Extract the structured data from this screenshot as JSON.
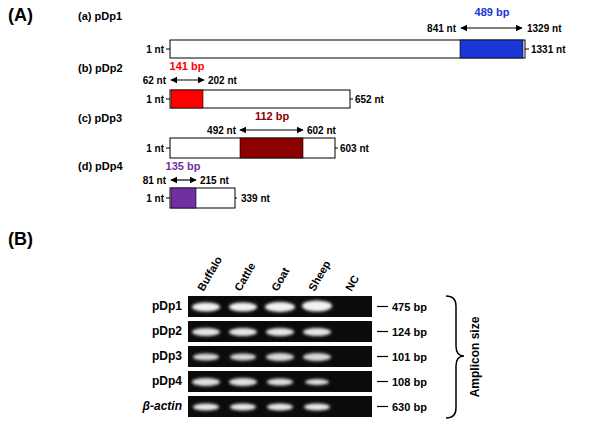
{
  "diagram": {
    "labels": [
      "(A)",
      "(a) pDp1",
      "1 nt",
      "489 bp",
      "841 nt",
      "1329 nt",
      "1331 nt",
      "(b) pDp2",
      "141 bp",
      "62 nt",
      "202 nt",
      "1 nt",
      "652 nt",
      "(c) pDp3",
      "112 bp",
      "492 nt",
      "602 nt",
      "1 nt",
      "603 nt",
      "(d) pDp4",
      "135 bp",
      "81 nt",
      "215 nt",
      "1 nt",
      "339 nt",
      "(B)",
      "Buffalo",
      "Cattle",
      "Goat",
      "Sheep",
      "NC",
      "pDp1",
      "pDp2",
      "pDp3",
      "pDp4",
      "β-actin",
      "475 bp",
      "124 bp",
      "101 bp",
      "108 bp",
      "630 bp",
      "Amplicon size"
    ]
  }
}
